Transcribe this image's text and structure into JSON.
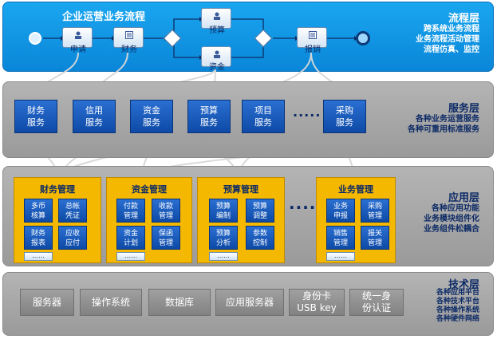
{
  "process_layer": {
    "flow_title": "企业运营业务流程",
    "layer_title": "流程层",
    "descriptions": [
      "跨系统业务流程",
      "业务流程活动管理",
      "流程仿真、监控"
    ],
    "tasks": [
      "申请",
      "财务",
      "预算",
      "资金",
      "报销"
    ]
  },
  "service_layer": {
    "layer_title": "服务层",
    "descriptions": [
      "各种业务运营服务",
      "各种可重用标准服务"
    ],
    "services": [
      {
        "line1": "财务",
        "line2": "服务"
      },
      {
        "line1": "信用",
        "line2": "服务"
      },
      {
        "line1": "资金",
        "line2": "服务"
      },
      {
        "line1": "预算",
        "line2": "服务"
      },
      {
        "line1": "项目",
        "line2": "服务"
      },
      {
        "line1": "采购",
        "line2": "服务"
      }
    ],
    "ellipsis": "·····"
  },
  "app_layer": {
    "layer_title": "应用层",
    "descriptions": [
      "各种应用功能",
      "业务模块组件化",
      "业务组件松耦合"
    ],
    "ellipsis": "····",
    "modules": [
      {
        "title": "财务管理",
        "items": [
          {
            "line1": "多币",
            "line2": "核算"
          },
          {
            "line1": "总帐",
            "line2": "凭证"
          },
          {
            "line1": "财务",
            "line2": "报表"
          },
          {
            "line1": "应收",
            "line2": "应付"
          }
        ],
        "more": "……"
      },
      {
        "title": "资金管理",
        "items": [
          {
            "line1": "付款",
            "line2": "管理"
          },
          {
            "line1": "收款",
            "line2": "管理"
          },
          {
            "line1": "资金",
            "line2": "计划"
          },
          {
            "line1": "保函",
            "line2": "管理"
          }
        ],
        "more": "……"
      },
      {
        "title": "预算管理",
        "items": [
          {
            "line1": "预算",
            "line2": "编制"
          },
          {
            "line1": "预算",
            "line2": "调整"
          },
          {
            "line1": "预算",
            "line2": "分析"
          },
          {
            "line1": "参数",
            "line2": "控制"
          }
        ],
        "more": "……"
      },
      {
        "title": "业务管理",
        "items": [
          {
            "line1": "业务",
            "line2": "申报"
          },
          {
            "line1": "采购",
            "line2": "管理"
          },
          {
            "line1": "销售",
            "line2": "管理"
          },
          {
            "line1": "报关",
            "line2": "管理"
          }
        ],
        "more": "……"
      }
    ]
  },
  "tech_layer": {
    "layer_title": "技术层",
    "descriptions": [
      "各种应用平台",
      "各种技术平台",
      "各种操作系统",
      "各种硬件网络"
    ],
    "items": [
      {
        "line1": "服务器",
        "line2": ""
      },
      {
        "line1": "操作系统",
        "line2": ""
      },
      {
        "line1": "数据库",
        "line2": ""
      },
      {
        "line1": "应用服务器",
        "line2": ""
      },
      {
        "line1": "身份卡",
        "line2": "USB key"
      },
      {
        "line1": "统一身",
        "line2": "份认证"
      }
    ]
  },
  "colors": {
    "process_band": "#0a86d8",
    "gray_band": "#a8a8a8",
    "service_box": "#0e4aa6",
    "module_bg": "#f5b800",
    "title_navy": "#0c2a66"
  }
}
